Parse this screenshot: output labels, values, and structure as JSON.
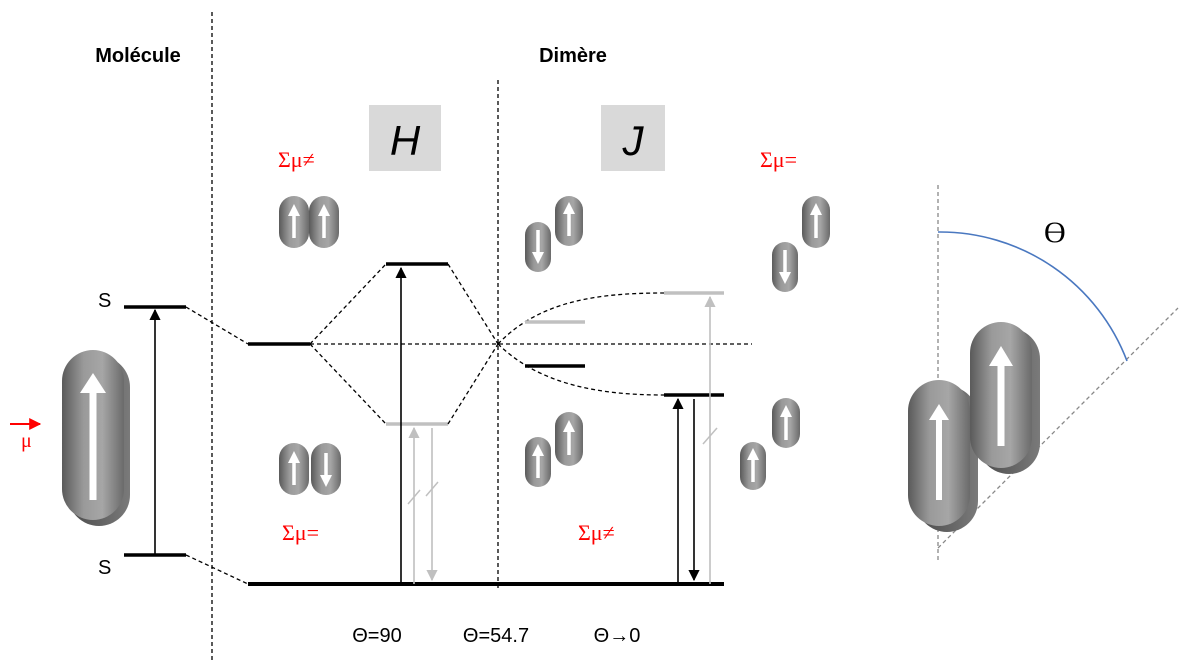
{
  "section_molecule": "Molécule",
  "section_dimer": "Dimère",
  "aggregate_h": "H",
  "aggregate_j": "J",
  "state_upper": "S",
  "state_lower": "S",
  "dipole_symbol": "μ",
  "sum_top_h": "Σμ≠",
  "sum_bottom_h": "Σμ=",
  "sum_top_j": "Σμ=",
  "sum_bottom_j": "Σμ≠",
  "angle_symbol": "ϴ",
  "angle_labels": [
    "Θ=90",
    "Θ=54.7",
    "Θ→0"
  ],
  "colors": {
    "red_text": "#ff0000",
    "arc_blue": "#4a78c0",
    "label_box": "#d9d9d9",
    "faded_grey": "#c0c0c0"
  }
}
